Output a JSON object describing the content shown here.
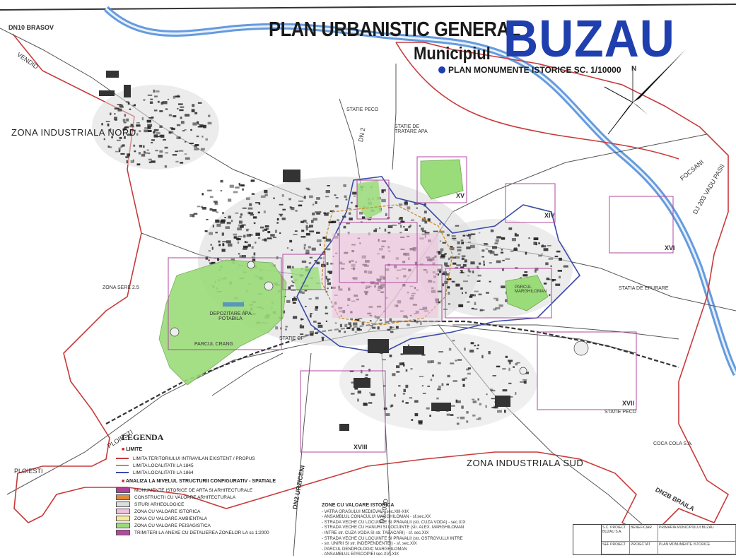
{
  "title": {
    "main": "PLAN URBANISTIC GENERAL",
    "sub": "Municipiul",
    "city": "BUZAU",
    "plan": "PLAN MONUMENTE ISTORICE SC. 1/10000"
  },
  "compass": {
    "label": "N"
  },
  "labels": {
    "road_brasov": "DN10 BRASOV",
    "road_vintila": "VENDID",
    "zona_nord": "ZONA INDUSTRIALA NORD",
    "zona_sud": "ZONA INDUSTRIALA SUD",
    "road_ploiesti": "PLOIESTI",
    "road_ploiesti2": "PLOIESTI",
    "road_urziceni_dn": "DN2 URZICENI",
    "road_slobozia": "DJ 203D",
    "road_braila": "DN2B BRAILA",
    "road_focsani": "FOCSANI",
    "road_vadu": "DJ 203 VADU PASII",
    "dn2": "DN 2",
    "statie_peco_n": "STATIE PECO",
    "statie_tratare": "STATIE DE TRATARE APA",
    "depozitare": "DEPOZITARE APA POTABILA",
    "parcul_crang": "PARCUL CRANG",
    "statie_epurare": "STATIA DE EPURARE",
    "statie_peco_s": "STATIE PECO",
    "parcul_marghiloman": "PARCUL MARGHILOMAN",
    "statie_cf": "STATIE CF",
    "zona_sere": "ZONA SERE 2.5",
    "coca_cola": "COCA COLA S.A.",
    "xv": "XV",
    "xiv": "XIV",
    "xvi": "XVI",
    "xvii": "XVII",
    "xviii": "XVIII"
  },
  "legend": {
    "title": "LEGENDA",
    "limite_head": "LIMITE",
    "limite": [
      {
        "label": "LIMITA TERITORIULUI INTRAVILAN EXISTENT / PROPUS",
        "color": "#c83a3a"
      },
      {
        "label": "LIMITA LOCALITATII LA 1845",
        "color": "#d08a2a"
      },
      {
        "label": "LIMITA LOCALITATII LA 1864",
        "color": "#3a4aa8"
      }
    ],
    "analiza_head": "ANALIZA LA NIVELUL STRUCTURII CONFIGURATIV - SPATIALE",
    "analiza": [
      {
        "label": "MONUMENTE ISTORICE DE ARTA SI ARHITECTURALE",
        "color": "#b0409a"
      },
      {
        "label": "CONSTRUCTII CU VALOARE ARHITECTURALA",
        "color": "#e08a3a"
      },
      {
        "label": "SITURI ARHEOLOGICE",
        "color": "#dddddd"
      },
      {
        "label": "ZONA CU VALOARE ISTORICA",
        "color": "#f3c0e0"
      },
      {
        "label": "ZONA CU VALOARE AMBIENTALA",
        "color": "#f7eaa0"
      },
      {
        "label": "ZONA CU VALOARE PEISAGISTICA",
        "color": "#9bdc7a"
      },
      {
        "label": "TRIMITERI LA ANEXE CU DETALIEREA ZONELOR LA sc 1:2000",
        "color": "#b04aa0"
      }
    ]
  },
  "zones": {
    "title": "ZONE CU VALOARE ISTORICA",
    "items": [
      "VATRA ORASULUI MEDIEVAL - sec.XIII-XIX",
      "ANSAMBLUL CONACULUI MARGHILOMAN - sf.sec.XX",
      "STRADA VECHE CU LOCUINTE SI PRAVALII (str. CUZA VODA) - sec.XIX",
      "STRADA VECHE CU HANURI SI LOCUINTE (str. ALEX. MARGHILOMAN",
      "INTRE str. CUZA VODA SI str. TABACARI) - sf. sec.XIX",
      "STRADA VECHE CU LOCUINTE SI PRAVALII (str. OSTROVULUI INTRE",
      "str. UNIRII SI str. INDEPENDENTEI) - sf. sec.XIX",
      "PARCUL DENDROLOGIC MARGHILOMAN",
      "ANSAMBLUL EPISCOPIEI sec.XVI-XIX"
    ]
  },
  "cartouche": {
    "c1": "S.C. PROIECT BUZAU S.A.",
    "c2": "BENEFICIAR",
    "c3": "PRIMARIA MUNICIPIULUI BUZAU",
    "c4": "SEF PROIECT",
    "c5": "PROIECTAT",
    "c6": "PLAN MONUMENTE ISTORICE"
  },
  "colors": {
    "river": "#4a8ad8",
    "boundary": "#c83a3a",
    "historic_1864": "#3a4aa8",
    "historic_1845": "#d08a2a",
    "park": "#9bdc7a",
    "annex": "#b04aa0"
  }
}
